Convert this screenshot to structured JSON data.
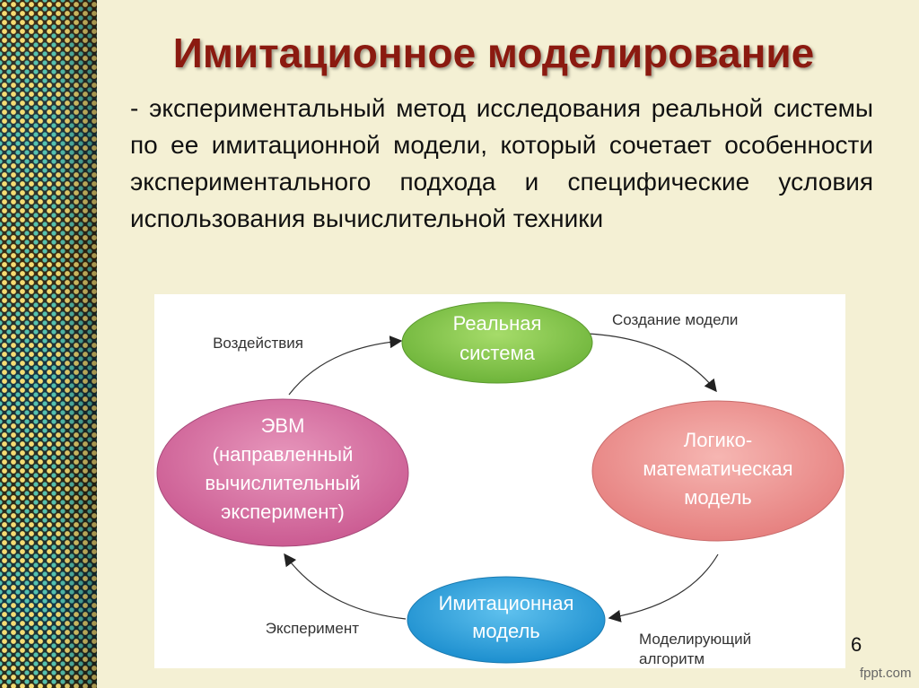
{
  "title": "Имитационное моделирование",
  "description": "- экспериментальный метод исследования реальной системы по ее имитационной модели, который сочетает особенности экспериментального подхода и специфические условия использования вычислительной техники",
  "diagram": {
    "nodes": {
      "real_system": {
        "lines": [
          "Реальная",
          "система"
        ],
        "color": "#7cc242"
      },
      "logic_model": {
        "lines": [
          "Логико-",
          "математическая",
          "модель"
        ],
        "color": "#ec8e8c"
      },
      "sim_model": {
        "lines": [
          "Имитационная",
          "модель"
        ],
        "color": "#2e9fd6"
      },
      "computer": {
        "lines": [
          "ЭВМ",
          "(направленный",
          "вычислительный",
          "эксперимент)"
        ],
        "color": "#d0679a"
      }
    },
    "edges": {
      "real_to_logic": [
        "Создание модели"
      ],
      "logic_to_sim": [
        "Моделирующий",
        "алгоритм"
      ],
      "sim_to_computer": [
        "Эксперимент"
      ],
      "computer_to_real": [
        "Воздействия"
      ]
    }
  },
  "slide_number": "6",
  "source": "fppt.com"
}
